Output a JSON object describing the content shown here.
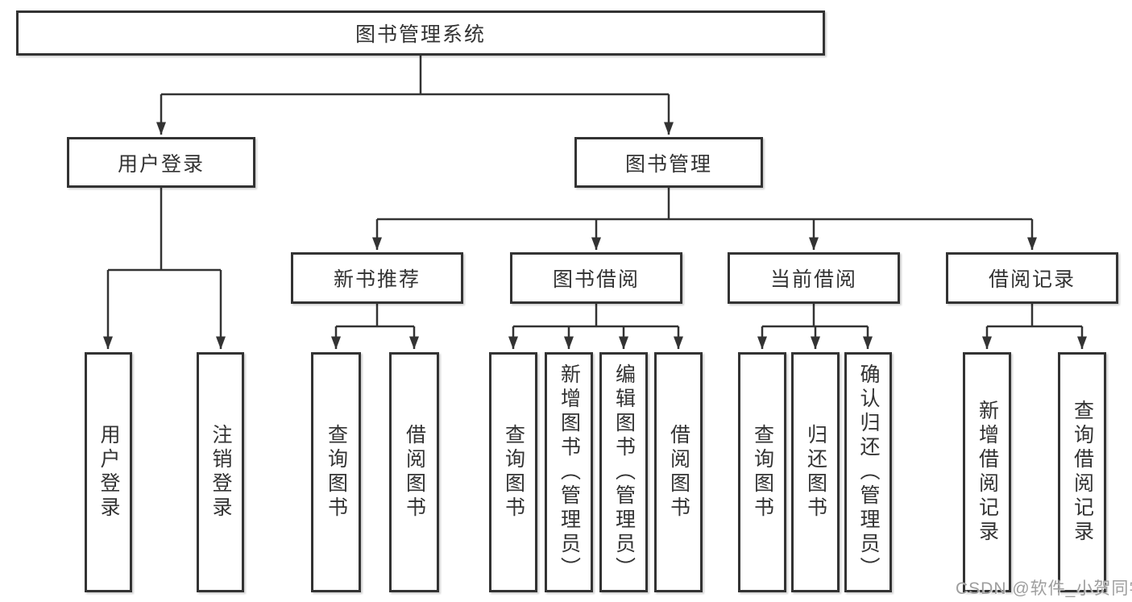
{
  "colors": {
    "line": "#333333",
    "box_border": "#333333",
    "text": "#333333",
    "background": "#ffffff",
    "watermark_text": "#9e9e9e"
  },
  "watermark": "CSDN @软件_小贺同学",
  "tree": {
    "root": {
      "label": "图书管理系统",
      "children": [
        {
          "label": "用户登录",
          "children": [
            {
              "label": "用户登录"
            },
            {
              "label": "注销登录"
            }
          ]
        },
        {
          "label": "图书管理",
          "children": [
            {
              "label": "新书推荐",
              "children": [
                {
                  "label": "查询图书"
                },
                {
                  "label": "借阅图书"
                }
              ]
            },
            {
              "label": "图书借阅",
              "children": [
                {
                  "label": "查询图书"
                },
                {
                  "label": "新增图书（管理员）"
                },
                {
                  "label": "编辑图书（管理员）"
                },
                {
                  "label": "借阅图书"
                }
              ]
            },
            {
              "label": "当前借阅",
              "children": [
                {
                  "label": "查询图书"
                },
                {
                  "label": "归还图书"
                },
                {
                  "label": "确认归还（管理员）"
                }
              ]
            },
            {
              "label": "借阅记录",
              "children": [
                {
                  "label": "新增借阅记录"
                },
                {
                  "label": "查询借阅记录"
                }
              ]
            }
          ]
        }
      ]
    }
  }
}
